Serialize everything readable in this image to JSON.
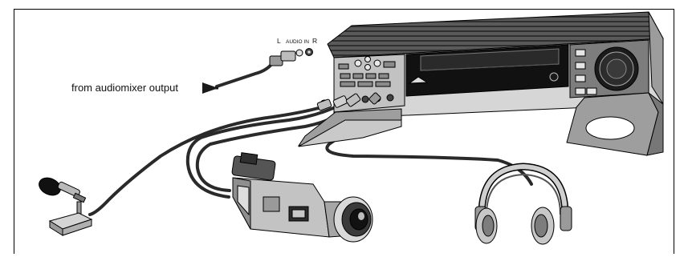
{
  "labels": {
    "source": "from audiomixer output",
    "jack_left": "L",
    "jack_title": "AUDIO IN",
    "jack_right": "R"
  },
  "devices": [
    "vcr",
    "microphone",
    "camcorder",
    "headphones"
  ],
  "colors": {
    "line": "#000000",
    "cable": "#2a2a2a",
    "body_light": "#cfcfcf",
    "body_mid": "#8f8f8f",
    "body_dark": "#3a3a3a",
    "background": "#ffffff"
  }
}
